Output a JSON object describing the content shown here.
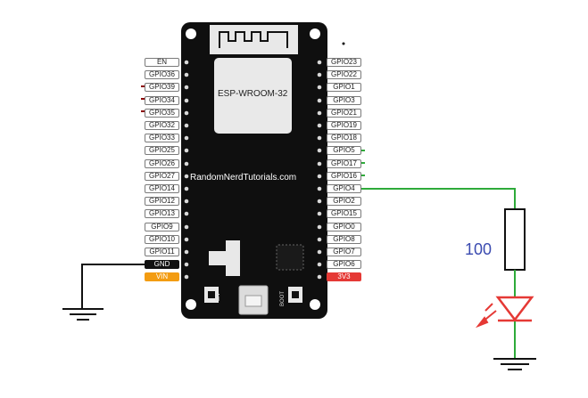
{
  "board": {
    "module_label": "ESP-WROOM-32",
    "site_label": "RandomNerdTutorials.com",
    "button_left": "EN",
    "button_right": "BOOT"
  },
  "pins": {
    "left": [
      "EN",
      "GPIO36",
      "GPIO39",
      "GPIO34",
      "GPIO35",
      "GPIO32",
      "GPIO33",
      "GPIO25",
      "GPIO26",
      "GPIO27",
      "GPIO14",
      "GPIO12",
      "GPIO13",
      "GPIO9",
      "GPIO10",
      "GPIO11",
      "GND",
      "VIN"
    ],
    "right": [
      "GPIO23",
      "GPIO22",
      "GPIO1",
      "GPIO3",
      "GPIO21",
      "GPIO19",
      "GPIO18",
      "GPIO5",
      "GPIO17",
      "GPIO16",
      "GPIO4",
      "GPIO2",
      "GPIO15",
      "GPIO0",
      "GPIO8",
      "GPIO7",
      "GPIO6",
      "3V3"
    ]
  },
  "resistor": {
    "value": "100"
  },
  "colors": {
    "board": "#0f0f0f",
    "gnd_wire": "#111111",
    "signal_wire": "#2eaa3a",
    "led": "#e53935",
    "resistor_label": "#3b4bb0",
    "vin_pin": "#f39c12",
    "v33_pin": "#e53935"
  }
}
